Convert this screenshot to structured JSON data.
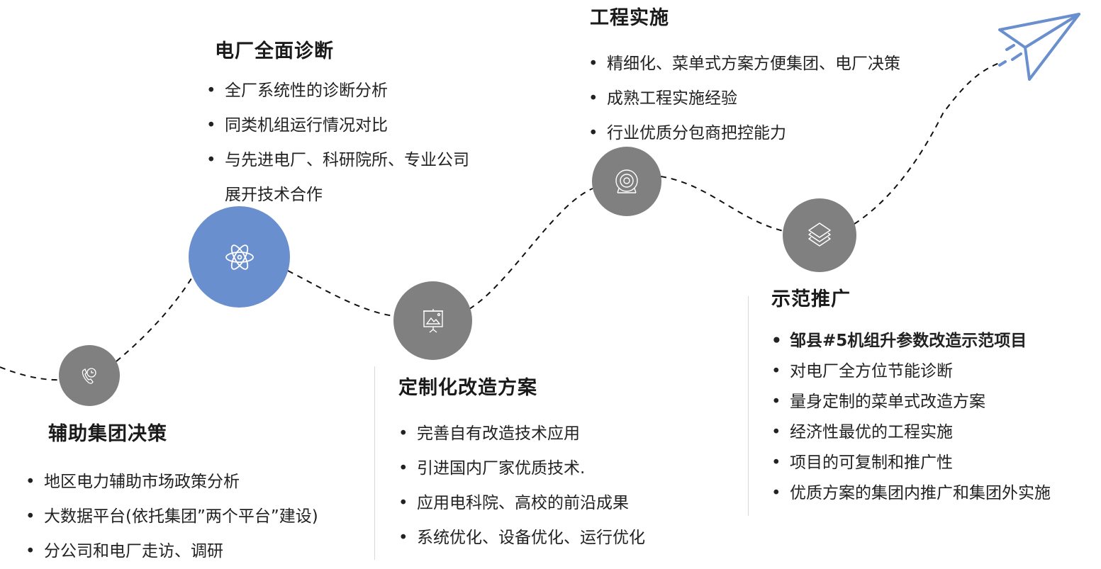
{
  "accent_color": "#6a8fce",
  "node_color": "#808080",
  "stages": [
    {
      "title": "辅助集团决策",
      "icon": "phone-clock-icon",
      "items": [
        "地区电力辅助市场政策分析",
        "大数据平台(依托集团”两个平台”建设)",
        "分公司和电厂走访、调研"
      ]
    },
    {
      "title": "电厂全面诊断",
      "icon": "atom-icon",
      "items": [
        "全厂系统性的诊断分析",
        "同类机组运行情况对比",
        "与先进电厂、科研院所、专业公司",
        "展开技术合作"
      ]
    },
    {
      "title": "定制化改造方案",
      "icon": "presentation-board-icon",
      "items": [
        "完善自有改造技术应用",
        "引进国内厂家优质技术.",
        "应用电科院、高校的前沿成果",
        "系统优化、设备优化、运行优化"
      ]
    },
    {
      "title": "工程实施",
      "icon": "target-icon",
      "items": [
        "精细化、菜单式方案方便集团、电厂决策",
        "成熟工程实施经验",
        "行业优质分包商把控能力"
      ]
    },
    {
      "title": "示范推广",
      "icon": "layers-icon",
      "items": [
        "邹县#5机组升参数改造示范项目",
        "对电厂全方位节能诊断",
        "量身定制的菜单式改造方案",
        "经济性最优的工程实施",
        "项目的可复制和推广性",
        "优质方案的集团内推广和集团外实施"
      ]
    }
  ]
}
